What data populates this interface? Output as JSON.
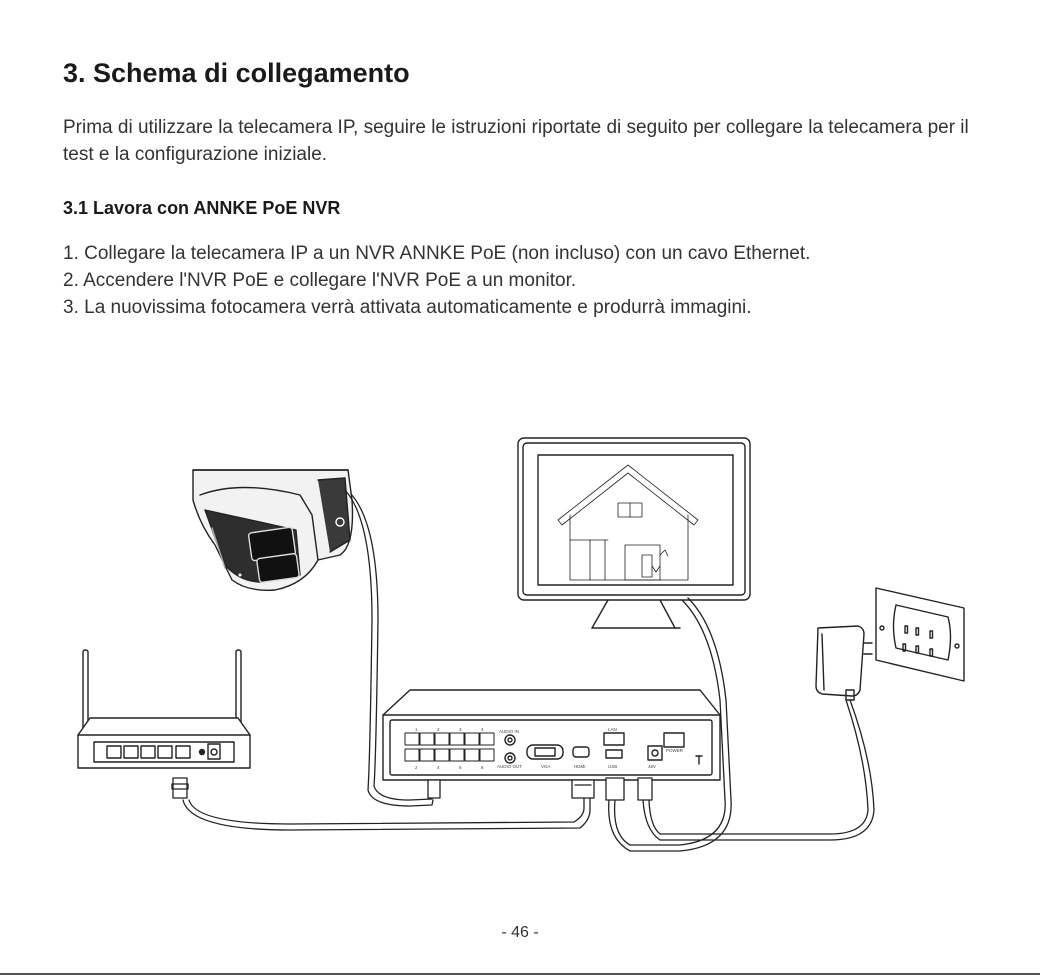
{
  "section": {
    "title": "3. Schema di collegamento",
    "intro": "Prima di utilizzare la telecamera IP, seguire le istruzioni riportate di seguito per collegare la telecamera per il test e la configurazione iniziale.",
    "subsection_title": "3.1 Lavora con ANNKE PoE NVR",
    "steps": [
      "1. Collegare la telecamera IP a un NVR ANNKE PoE (non incluso) con un cavo Ethernet.",
      "2. Accendere l'NVR PoE e collegare l'NVR PoE a un monitor.",
      "3. La nuovissima fotocamera verrà attivata automaticamente e produrrà immagini."
    ]
  },
  "nvr_labels": {
    "port_numbers_top": [
      "1",
      "2",
      "3",
      "4"
    ],
    "port_numbers_bottom": [
      "2",
      "4",
      "6",
      "8"
    ],
    "audio_in": "AUDIO IN",
    "audio_out": "AUDIO OUT",
    "vga": "VGA",
    "hdmi": "HDMI",
    "lan": "LAN",
    "usb": "USB",
    "dc": "48V",
    "power": "POWER"
  },
  "footer": {
    "page_number": "- 46 -"
  }
}
